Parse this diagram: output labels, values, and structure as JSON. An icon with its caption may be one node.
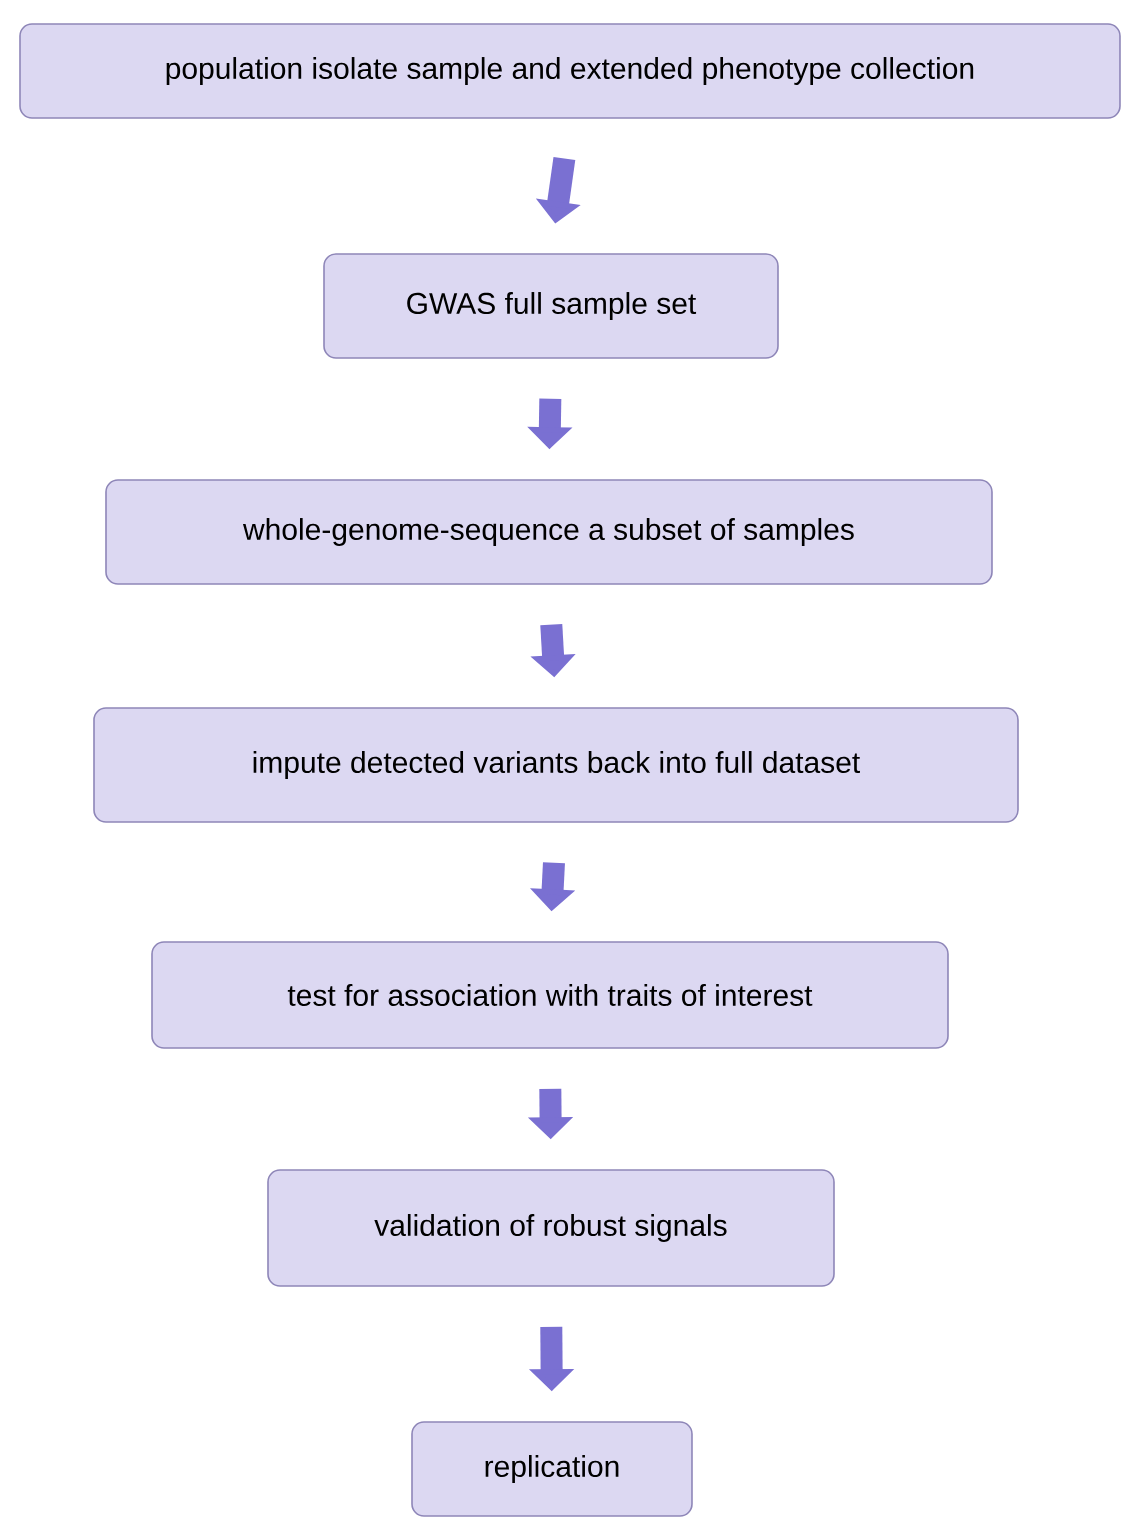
{
  "diagram": {
    "nodes": [
      {
        "text": [
          "population isolate sample and extended phenotype collection"
        ]
      },
      {
        "text": [
          "GWAS full sample set"
        ]
      },
      {
        "text": [
          "whole-genome-sequence a subset of samples"
        ]
      },
      {
        "text": [
          "impute detected variants back into full dataset"
        ]
      },
      {
        "text": [
          "test for association with traits of interest"
        ]
      },
      {
        "text": [
          "validation of robust signals"
        ]
      },
      {
        "text": [
          "replication"
        ]
      }
    ],
    "edges": [
      {
        "from": 0,
        "to": 1,
        "arrow": "to"
      },
      {
        "from": 1,
        "to": 2,
        "arrow": "to"
      },
      {
        "from": 2,
        "to": 3,
        "arrow": "to"
      },
      {
        "from": 3,
        "to": 4,
        "arrow": "to"
      },
      {
        "from": 4,
        "to": 5,
        "arrow": "to"
      },
      {
        "from": 5,
        "to": 6,
        "arrow": "to"
      }
    ]
  }
}
